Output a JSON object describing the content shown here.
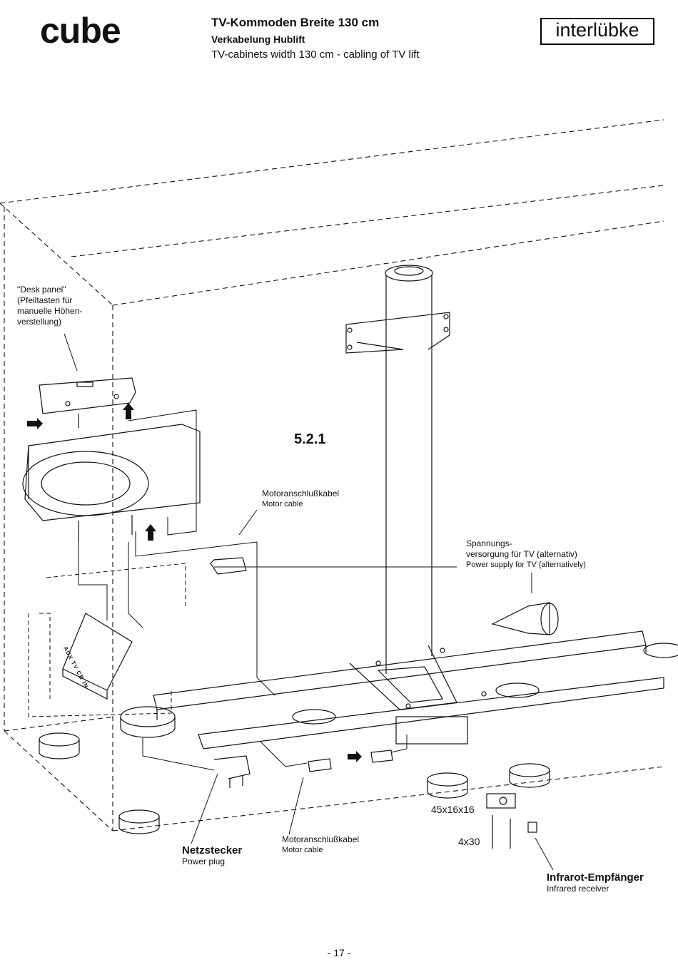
{
  "header": {
    "brand": "cube",
    "title": "TV-Kommoden Breite 130 cm",
    "subtitle_de": "Verkabelung Hublift",
    "subtitle_en": "TV-cabinets width 130 cm - cabling of TV lift",
    "logo": "interlübke"
  },
  "diagram": {
    "section_number": "5.2.1",
    "desk_panel": {
      "line1": "\"Desk panel\"",
      "line2": "(Pfeiltasten für",
      "line3": "manuelle Höhen-",
      "line4": "verstellung)"
    },
    "motor_cable_top": {
      "de": "Motoranschlußkabel",
      "en": "Motor cable"
    },
    "power_supply_tv": {
      "line1": "Spannungs-",
      "line2": "versorgung für TV (alternativ)",
      "en": "Power supply for TV (alternatively)"
    },
    "power_plug": {
      "de": "Netzstecker",
      "en": "Power plug"
    },
    "motor_cable_bottom": {
      "de": "Motoranschlußkabel",
      "en": "Motor cable"
    },
    "infrared_receiver": {
      "de": "Infrarot-Empfänger",
      "en": "Infrared receiver"
    },
    "block_dimensions": "45x16x16",
    "screw_dimensions": "4x30",
    "control_box_labels": [
      "AUX",
      "TV",
      "CB",
      "IN"
    ]
  },
  "footer": {
    "page_number": "- 17 -"
  }
}
